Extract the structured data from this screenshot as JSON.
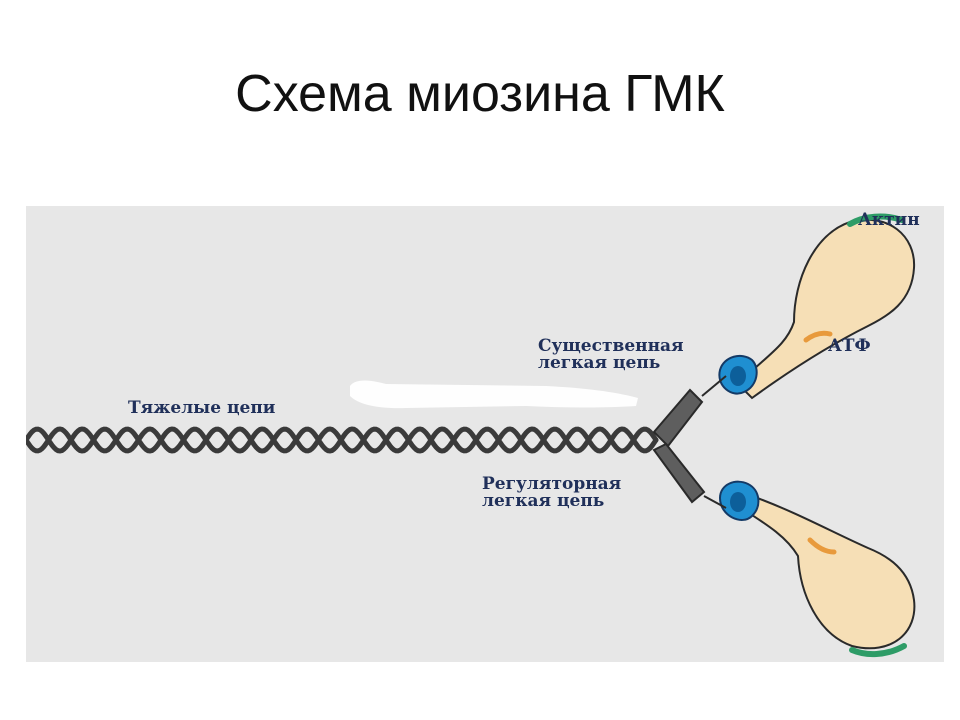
{
  "title": "Схема миозина ГМК",
  "labels": {
    "actin": "Актин",
    "atp": "АТФ",
    "heavy_chains": "Тяжелые цепи",
    "essential_light_chain": [
      "Существенная",
      "легкая цепь"
    ],
    "regulatory_light_chain": [
      "Регуляторная",
      "легкая цепь"
    ]
  },
  "colors": {
    "panel_background": "#e7e7e7",
    "label_color": "#20305a",
    "chain_color": "#3a3a3a",
    "head_fill": "#f6dfb6",
    "light_chain_blue": "#1f8fd1",
    "actin_site": "#2e9c67",
    "atp_site": "#e89a3c",
    "neck_gray": "#5e5e5e"
  }
}
